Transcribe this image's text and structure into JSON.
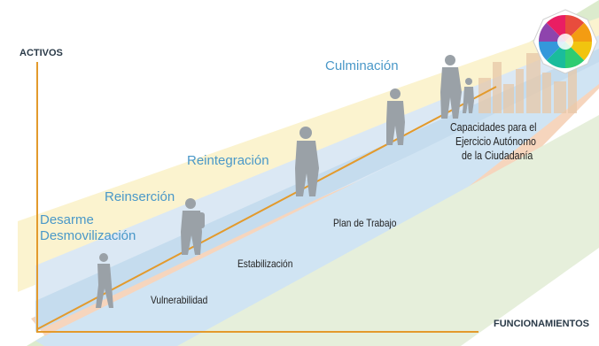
{
  "axes": {
    "y_label": "ACTIVOS",
    "x_label": "FUNCIONAMIENTOS"
  },
  "stages": {
    "desarme": "Desarme",
    "desmovilizacion": "Desmovilización",
    "reinsercion": "Reinserción",
    "reintegracion": "Reintegración",
    "culminacion": "Culminación"
  },
  "band_labels": {
    "vulnerabilidad": "Vulnerabilidad",
    "estabilizacion": "Estabilización",
    "plan_de_trabajo": "Plan de Trabajo"
  },
  "capacidades": {
    "line1": "Capacidades para el",
    "line2": "Ejercicio Autónomo",
    "line3": "de la Ciudadanía"
  },
  "colors": {
    "axis": "#e39a2c",
    "stage_text": "#4a98c8",
    "band_blue": "#cfe3f1",
    "band_orange": "#f6d5bd",
    "band_green": "#dcebcd",
    "band_yellow": "#fbf3cf",
    "figure": "#9aa1a7"
  },
  "icons": [
    "walking-person-icon",
    "hiker-icon",
    "parent-child-icon",
    "city-skyline-icon",
    "color-wheel-icon"
  ]
}
